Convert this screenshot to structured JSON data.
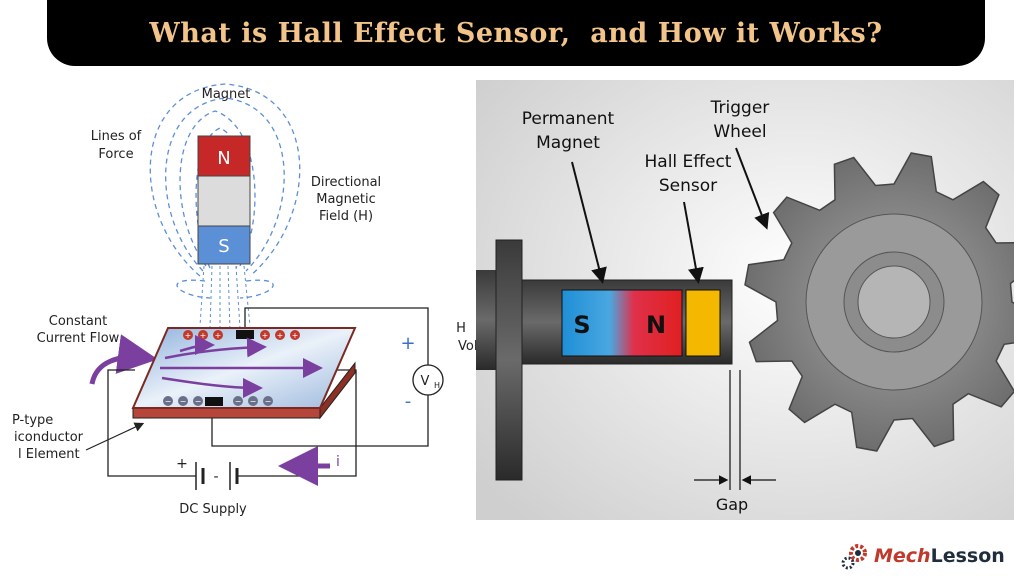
{
  "title": "What is Hall Effect Sensor,  and How it Works?",
  "left": {
    "magnet": "Magnet",
    "lines_of_force_1": "Lines of",
    "lines_of_force_2": "Force",
    "north": "N",
    "south": "S",
    "directional_1": "Directional",
    "directional_2": "Magnetic",
    "directional_3": "Field (H)",
    "constant_1": "Constant",
    "constant_2": "Current Flow",
    "element_1": "P-type",
    "element_2": "iconductor",
    "element_3": "l Element",
    "plus": "+",
    "minus": "-",
    "hall_1": "H",
    "hall_2": "Volt",
    "vh": "V",
    "vh_sub": "H",
    "dc_plus": "+",
    "dc_minus": "-",
    "current_i": "i",
    "dc_supply": "DC Supply"
  },
  "right": {
    "permanent_1": "Permanent",
    "permanent_2": "Magnet",
    "hall_1": "Hall Effect",
    "hall_2": "Sensor",
    "trigger_1": "Trigger",
    "trigger_2": "Wheel",
    "s": "S",
    "n": "N",
    "gap": "Gap"
  },
  "logo": {
    "part1": "Mech",
    "part2": "Lesson"
  },
  "colors": {
    "title_bg": "#000000",
    "title_text": "#f2c48a",
    "north": "#c62828",
    "south": "#5b8fd6",
    "current": "#7b3fa0",
    "hall_sensor": "#f5b800",
    "gear": "#8a8a8a"
  }
}
